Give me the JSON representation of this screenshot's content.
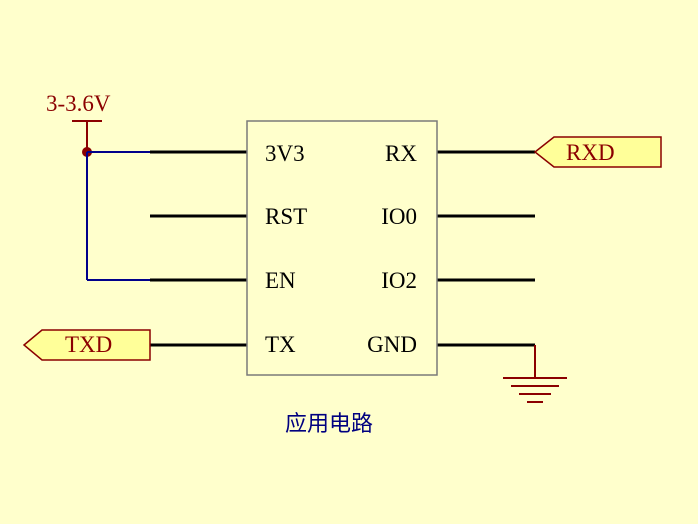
{
  "diagram": {
    "power": {
      "label": "3-3.6V"
    },
    "chip": {
      "left_pins": [
        "3V3",
        "RST",
        "EN",
        "TX"
      ],
      "right_pins": [
        "RX",
        "IO0",
        "IO2",
        "GND"
      ]
    },
    "ports": {
      "rxd": "RXD",
      "txd": "TXD"
    },
    "caption": "应用电路"
  },
  "colors": {
    "background": "#ffffcc",
    "wire": "#000000",
    "power_wire": "#00008b",
    "power_symbol": "#8b0000",
    "ground_symbol": "#8b0000",
    "chip_fill": "#ffffcc",
    "chip_border": "#7a7a7a",
    "port_fill": "#ffff99",
    "port_border": "#8b0000",
    "caption": "#000080"
  }
}
